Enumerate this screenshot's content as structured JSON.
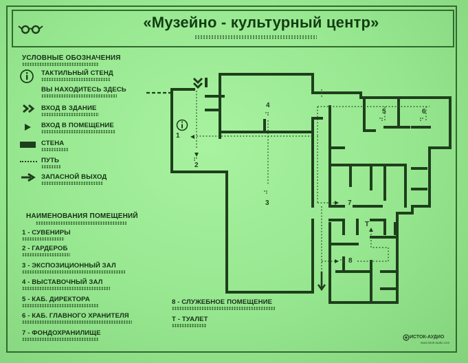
{
  "title": "«Музейно - культурный центр»",
  "legend": {
    "heading": "УСЛОВНЫЕ ОБОЗНАЧЕНИЯ",
    "items": [
      {
        "icon": "info-icon",
        "label": "ТАКТИЛЬНЫЙ СТЕНД"
      },
      {
        "icon": "dashed-line-icon",
        "label": "ВЫ НАХОДИТЕСЬ ЗДЕСЬ"
      },
      {
        "icon": "double-chevron-icon",
        "label": "ВХОД В ЗДАНИЕ"
      },
      {
        "icon": "single-arrow-icon",
        "label": "ВХОД В ПОМЕЩЕНИЕ"
      },
      {
        "icon": "wall-bar-icon",
        "label": "СТЕНА"
      },
      {
        "icon": "dotted-path-icon",
        "label": "ПУТЬ"
      },
      {
        "icon": "exit-arrow-icon",
        "label": "ЗАПАСНОЙ ВЫХОД"
      }
    ]
  },
  "rooms": {
    "heading": "НАИМЕНОВАНИЯ ПОМЕЩЕНИЙ",
    "list_left": [
      "1 - СУВЕНИРЫ",
      "2 - ГАРДЕРОБ",
      "3 - ЭКСПОЗИЦИОННЫЙ ЗАЛ",
      "4 - ВЫСТАВОЧНЫЙ ЗАЛ",
      "5 - КАБ. ДИРЕКТОРА",
      "6 - КАБ. ГЛАВНОГО ХРАНИТЕЛЯ",
      "7 - ФОНДОХРАНИЛИЩЕ"
    ],
    "list_right": [
      "8 - СЛУЖЕБНОЕ ПОМЕЩЕНИЕ",
      "Т - ТУАЛЕТ"
    ]
  },
  "map_labels": {
    "n1": "1",
    "n2": "2",
    "n3": "3",
    "n4": "4",
    "n5": "5",
    "n6": "6",
    "n7": "7",
    "n8": "8",
    "nt": "Т"
  },
  "logo": {
    "name": "ИСТОК-АУДИО",
    "sub": "www.istok-audio.com"
  },
  "colors": {
    "background": "#96e68f",
    "ink": "#123d12",
    "border": "#1f6b1c"
  }
}
